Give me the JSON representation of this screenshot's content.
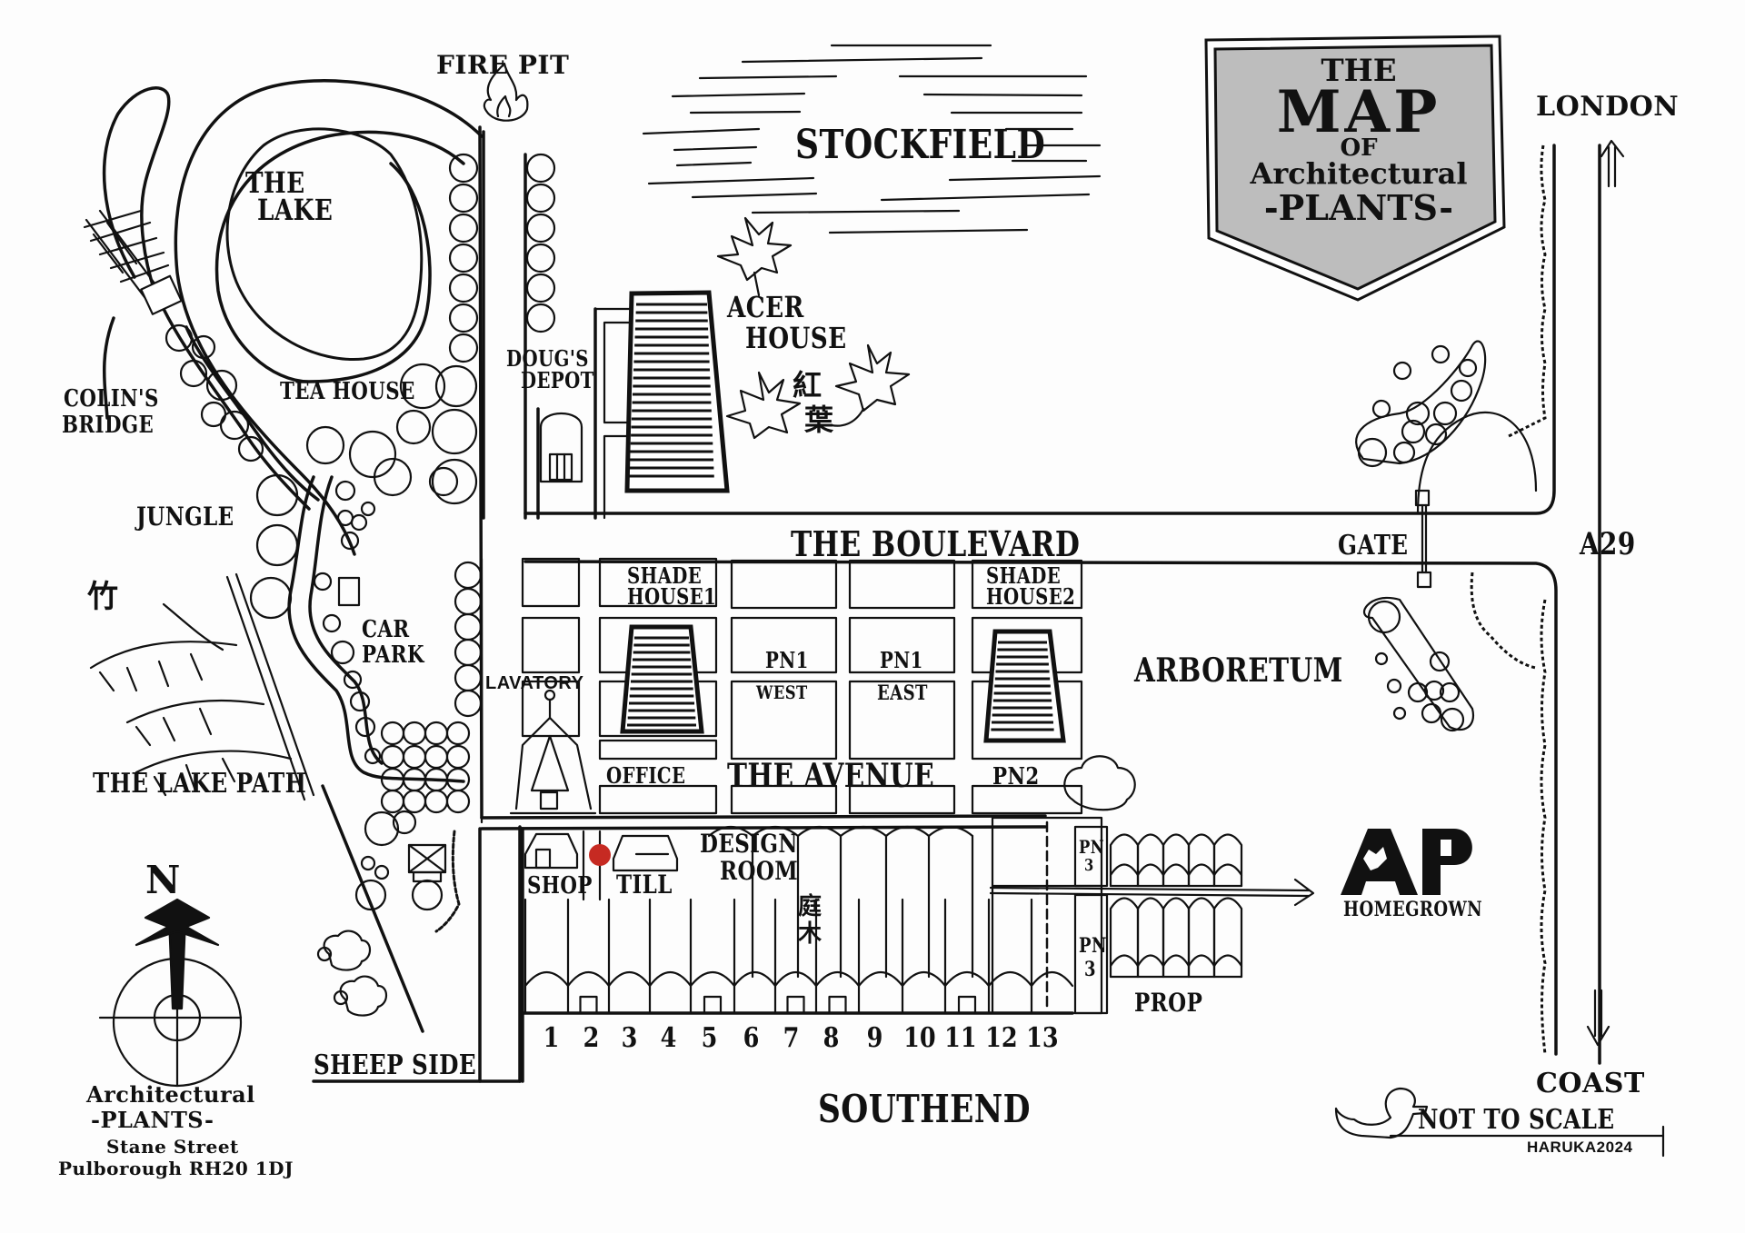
{
  "title": {
    "line1": "THE",
    "line2": "MAP",
    "line3": "OF",
    "line4": "Architectural",
    "line5": "-PLANTS-"
  },
  "colors": {
    "ink": "#111111",
    "title_fill": "#bdbdbd",
    "marker": "#c62a22",
    "paper": "#fdfdfd"
  },
  "areas": {
    "stockfield": "STOCKFIELD",
    "fire_pit": "FIRE PIT",
    "the_lake_1": "THE",
    "the_lake_2": "LAKE",
    "tea_house": "TEA HOUSE",
    "colins_bridge_1": "COLIN'S",
    "colins_bridge_2": "BRIDGE",
    "jungle": "JUNGLE",
    "bamboo_kanji": "竹",
    "car_park_1": "CAR",
    "car_park_2": "PARK",
    "the_lake_path": "THE LAKE PATH",
    "dougs_depot_1": "DOUG'S",
    "dougs_depot_2": "DEPOT",
    "acer_house_1": "ACER",
    "acer_house_2": "HOUSE",
    "acer_kanji_1": "紅",
    "acer_kanji_2": "葉",
    "shade_house_1a": "SHADE",
    "shade_house_1b": "HOUSE1",
    "shade_house_2a": "SHADE",
    "shade_house_2b": "HOUSE2",
    "pn1_west_1": "PN1",
    "pn1_west_2": "WEST",
    "pn1_east_1": "PN1",
    "pn1_east_2": "EAST",
    "lavatory": "LAVATORY",
    "office": "OFFICE",
    "pn2": "PN2",
    "shop": "SHOP",
    "till": "TILL",
    "design_room_1": "DESIGN",
    "design_room_2": "ROOM",
    "garden_tree_kanji_1": "庭",
    "garden_tree_kanji_2": "木",
    "pn3_top_1": "PN",
    "pn3_top_2": "3",
    "pn3_bottom_1": "PN",
    "pn3_bottom_2": "3",
    "prop": "PROP",
    "arboretum": "ARBORETUM",
    "gate": "GATE",
    "sheep_side": "SHEEP SIDE"
  },
  "roads": {
    "the_boulevard": "THE BOULEVARD",
    "the_avenue": "THE AVENUE",
    "a29": "A29",
    "london": "LONDON",
    "coast": "COAST",
    "southend": "SOUTHEND"
  },
  "bay_numbers": [
    "1",
    "2",
    "3",
    "4",
    "5",
    "6",
    "7",
    "8",
    "9",
    "10",
    "11",
    "12",
    "13"
  ],
  "homegrown_logo": {
    "mark": "AP",
    "caption": "HOMEGROWN"
  },
  "compass": {
    "north": "N"
  },
  "address": {
    "line1": "Architectural",
    "line2": "-PLANTS-",
    "line3": "Stane Street",
    "line4": "Pulborough RH20 1DJ"
  },
  "footer": {
    "scale_note": "NOT TO SCALE",
    "credit": "HARUKA2024"
  },
  "you_are_here": {
    "icon": "red-dot-marker"
  }
}
